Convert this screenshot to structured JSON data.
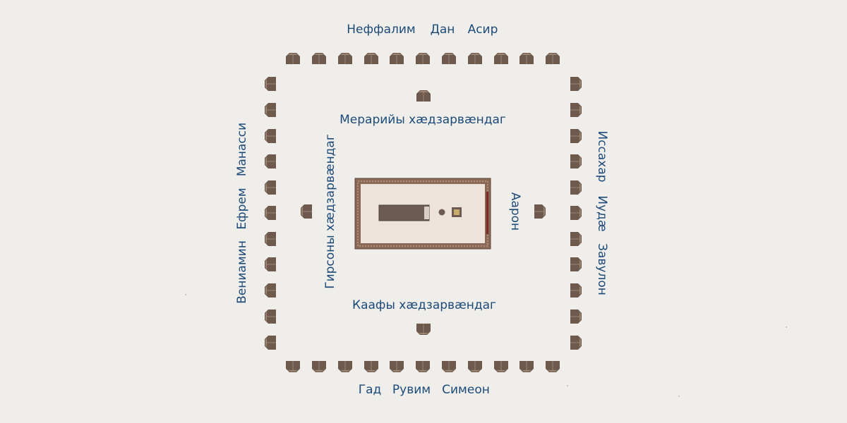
{
  "colors": {
    "background": "#efeeeb",
    "label": "#1d4a78",
    "tent_dark": "#6e5a4c",
    "tent_light": "#9a8474",
    "tabernacle_wall": "#8a6a57",
    "tabernacle_floor": "#ece3da",
    "altar": "#6b5b52"
  },
  "north": {
    "tribes": [
      "Неффалим",
      "Дан",
      "Асир"
    ]
  },
  "south": {
    "tribes": [
      "Гад",
      "Рувим",
      "Симеон"
    ]
  },
  "west": {
    "tribes": [
      "Вениамин",
      "Ефрем",
      "Манасси"
    ]
  },
  "east": {
    "tribes": [
      "Иссахар",
      "Иудæ",
      "Завулон"
    ]
  },
  "levites": {
    "north": "Мерарийы хæдзарвæндаг",
    "south": "Каафы хæдзарвæндаг",
    "west": "Гирсоны хæдзарвæндаг",
    "east": "Аарон"
  },
  "icons": {
    "tent": "tent-icon",
    "tabernacle": "tabernacle-icon",
    "altar": "altar-icon",
    "laver": "laver-icon"
  }
}
